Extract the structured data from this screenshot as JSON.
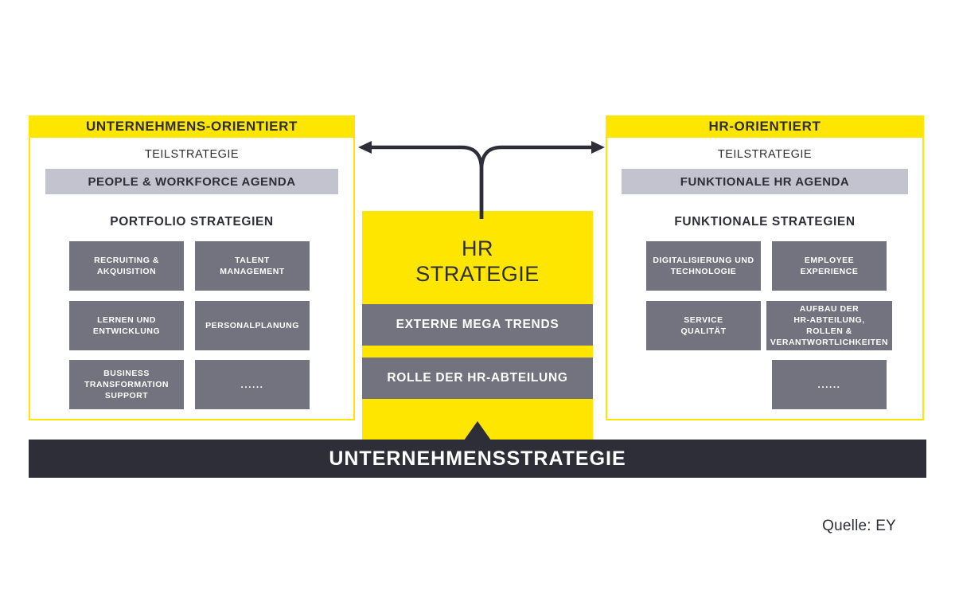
{
  "diagram": {
    "title": "HR Strategie Framework",
    "colors": {
      "yellow": "#ffe600",
      "gray": "#72737e",
      "light_gray": "#c2c3ce",
      "dark": "#2e2e38",
      "white": "#ffffff"
    },
    "left_panel": {
      "header": "UNTERNEHMENS-ORIENTIERT",
      "sub_label": "TEILSTRATEGIE",
      "agenda": "PEOPLE & WORKFORCE AGENDA",
      "group_label": "PORTFOLIO STRATEGIEN",
      "tiles": [
        {
          "label": "RECRUITING &\nAKQUISITION",
          "column": "left",
          "row": 1
        },
        {
          "label": "TALENT\nMANAGEMENT",
          "column": "right",
          "row": 1
        },
        {
          "label": "LERNEN UND\nENTWICKLUNG",
          "column": "left",
          "row": 2
        },
        {
          "label": "PERSONALPLANUNG",
          "column": "right",
          "row": 2
        },
        {
          "label": "BUSINESS\nTRANSFORMATION\nSUPPORT",
          "column": "left",
          "row": 3
        },
        {
          "label": "......",
          "column": "right",
          "row": 3
        }
      ]
    },
    "center": {
      "title": "HR\nSTRATEGIE",
      "bars": [
        "EXTERNE MEGA TRENDS",
        "ROLLE DER HR-ABTEILUNG"
      ]
    },
    "right_panel": {
      "header": "HR-ORIENTIERT",
      "sub_label": "TEILSTRATEGIE",
      "agenda": "FUNKTIONALE HR AGENDA",
      "group_label": "FUNKTIONALE STRATEGIEN",
      "tiles": [
        {
          "label": "DIGITALISIERUNG UND\nTECHNOLOGIE",
          "column": "left",
          "row": 1
        },
        {
          "label": "EMPLOYEE\nEXPERIENCE",
          "column": "right",
          "row": 1
        },
        {
          "label": "SERVICE\nQUALITÄT",
          "column": "left",
          "row": 2
        },
        {
          "label": "AUFBAU DER\nHR-ABTEILUNG,\nROLLEN &\nVERANTWORTLICHKEITEN",
          "column": "right",
          "row": 2
        },
        {
          "label": "......",
          "column": "right",
          "row": 3
        }
      ]
    },
    "foundation": {
      "label": "UNTERNEHMENSSTRATEGIE"
    },
    "source": {
      "label": "Quelle: EY"
    },
    "icons": {
      "connector": "double-headed-arrow-icon",
      "foundation_pointer": "up-triangle-icon"
    }
  }
}
